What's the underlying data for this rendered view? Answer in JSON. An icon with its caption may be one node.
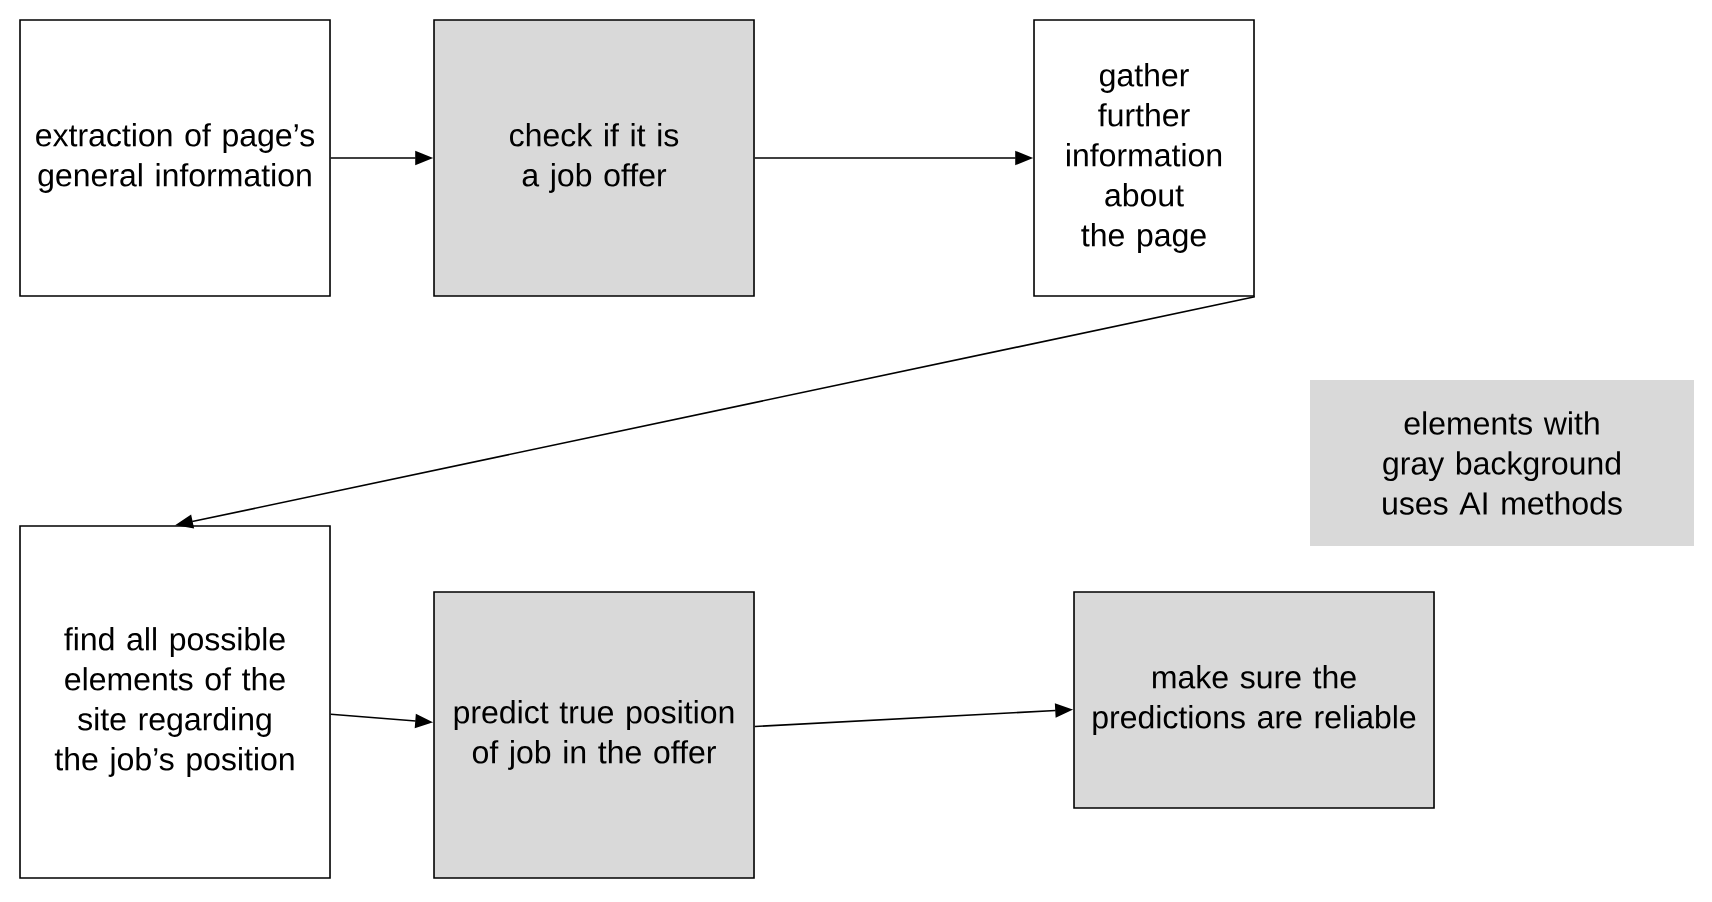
{
  "diagram": {
    "nodes": [
      {
        "text": [
          "extraction of page’s general information"
        ]
      },
      {
        "text": [
          "check if it is a job offer"
        ]
      },
      {
        "text": [
          "gather further information about the page"
        ]
      },
      {
        "text": [
          "elements with gray background uses AI methods"
        ]
      },
      {
        "text": [
          "find all possible elements of the site regarding the job’s position"
        ]
      },
      {
        "text": [
          "predict true position of job in the offer"
        ]
      },
      {
        "text": [
          "make sure the predictions are reliable"
        ]
      }
    ],
    "edges": [
      {
        "from": 0,
        "to": 1,
        "arrow": "to"
      },
      {
        "from": 1,
        "to": 2,
        "arrow": "to"
      },
      {
        "from": 2,
        "to": 4,
        "arrow": "to"
      },
      {
        "from": 4,
        "to": 5,
        "arrow": "to"
      },
      {
        "from": 5,
        "to": 6,
        "arrow": "to"
      }
    ]
  }
}
